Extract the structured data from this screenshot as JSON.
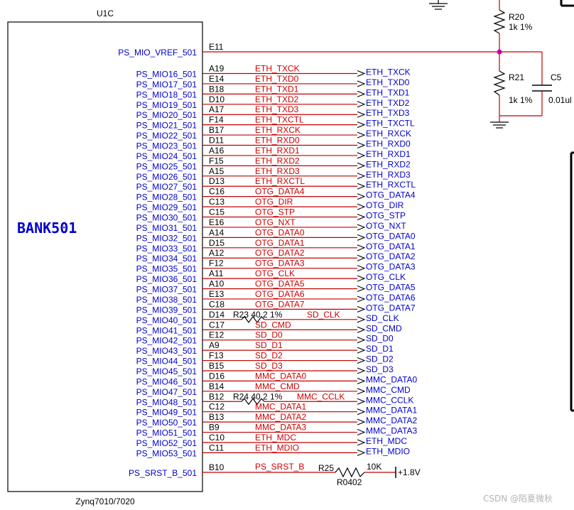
{
  "schematic": {
    "part_ref": "U1C",
    "bank_label": "BANK501",
    "part_value": "Zynq7010/7020",
    "vref_pin": {
      "name": "PS_MIO_VREF_501",
      "num": "E11"
    },
    "pins": [
      {
        "name": "PS_MIO16_501",
        "num": "A19",
        "net": "ETH_TXCK",
        "port": "ETH_TXCK"
      },
      {
        "name": "PS_MIO17_501",
        "num": "E14",
        "net": "ETH_TXD0",
        "port": "ETH_TXD0"
      },
      {
        "name": "PS_MIO18_501",
        "num": "B18",
        "net": "ETH_TXD1",
        "port": "ETH_TXD1"
      },
      {
        "name": "PS_MIO19_501",
        "num": "D10",
        "net": "ETH_TXD2",
        "port": "ETH_TXD2"
      },
      {
        "name": "PS_MIO20_501",
        "num": "A17",
        "net": "ETH_TXD3",
        "port": "ETH_TXD3"
      },
      {
        "name": "PS_MIO21_501",
        "num": "F14",
        "net": "ETH_TXCTL",
        "port": "ETH_TXCTL"
      },
      {
        "name": "PS_MIO22_501",
        "num": "B17",
        "net": "ETH_RXCK",
        "port": "ETH_RXCK"
      },
      {
        "name": "PS_MIO23_501",
        "num": "D11",
        "net": "ETH_RXD0",
        "port": "ETH_RXD0"
      },
      {
        "name": "PS_MIO24_501",
        "num": "A16",
        "net": "ETH_RXD1",
        "port": "ETH_RXD1"
      },
      {
        "name": "PS_MIO25_501",
        "num": "F15",
        "net": "ETH_RXD2",
        "port": "ETH_RXD2"
      },
      {
        "name": "PS_MIO26_501",
        "num": "A15",
        "net": "ETH_RXD3",
        "port": "ETH_RXD3"
      },
      {
        "name": "PS_MIO27_501",
        "num": "D13",
        "net": "ETH_RXCTL",
        "port": "ETH_RXCTL"
      },
      {
        "name": "PS_MIO28_501",
        "num": "C16",
        "net": "OTG_DATA4",
        "port": "OTG_DATA4"
      },
      {
        "name": "PS_MIO29_501",
        "num": "C13",
        "net": "OTG_DIR",
        "port": "OTG_DIR"
      },
      {
        "name": "PS_MIO30_501",
        "num": "C15",
        "net": "OTG_STP",
        "port": "OTG_STP"
      },
      {
        "name": "PS_MIO31_501",
        "num": "E16",
        "net": "OTG_NXT",
        "port": "OTG_NXT"
      },
      {
        "name": "PS_MIO32_501",
        "num": "A14",
        "net": "OTG_DATA0",
        "port": "OTG_DATA0"
      },
      {
        "name": "PS_MIO33_501",
        "num": "D15",
        "net": "OTG_DATA1",
        "port": "OTG_DATA1"
      },
      {
        "name": "PS_MIO34_501",
        "num": "A12",
        "net": "OTG_DATA2",
        "port": "OTG_DATA2"
      },
      {
        "name": "PS_MIO35_501",
        "num": "F12",
        "net": "OTG_DATA3",
        "port": "OTG_DATA3"
      },
      {
        "name": "PS_MIO36_501",
        "num": "A11",
        "net": "OTG_CLK",
        "port": "OTG_CLK"
      },
      {
        "name": "PS_MIO37_501",
        "num": "A10",
        "net": "OTG_DATA5",
        "port": "OTG_DATA5"
      },
      {
        "name": "PS_MIO38_501",
        "num": "E13",
        "net": "OTG_DATA6",
        "port": "OTG_DATA6"
      },
      {
        "name": "PS_MIO39_501",
        "num": "C18",
        "net": "OTG_DATA7",
        "port": "OTG_DATA7"
      },
      {
        "name": "PS_MIO40_501",
        "num": "D14",
        "net": "",
        "port": "SD_CLK",
        "series": {
          "ref": "R23 40.2 1%",
          "net": "SD_CLK"
        }
      },
      {
        "name": "PS_MIO41_501",
        "num": "C17",
        "net": "SD_CMD",
        "port": "SD_CMD"
      },
      {
        "name": "PS_MIO42_501",
        "num": "E12",
        "net": "SD_D0",
        "port": "SD_D0"
      },
      {
        "name": "PS_MIO43_501",
        "num": "A9",
        "net": "SD_D1",
        "port": "SD_D1"
      },
      {
        "name": "PS_MIO44_501",
        "num": "F13",
        "net": "SD_D2",
        "port": "SD_D2"
      },
      {
        "name": "PS_MIO45_501",
        "num": "B15",
        "net": "SD_D3",
        "port": "SD_D3"
      },
      {
        "name": "PS_MIO46_501",
        "num": "D16",
        "net": "MMC_DATA0",
        "port": "MMC_DATA0"
      },
      {
        "name": "PS_MIO47_501",
        "num": "B14",
        "net": "MMC_CMD",
        "port": "MMC_CMD"
      },
      {
        "name": "PS_MIO48_501",
        "num": "B12",
        "net": "",
        "port": "MMC_CCLK",
        "series": {
          "ref": "R24 40.2 1%",
          "net": "MMC_CCLK"
        }
      },
      {
        "name": "PS_MIO49_501",
        "num": "C12",
        "net": "MMC_DATA1",
        "port": "MMC_DATA1"
      },
      {
        "name": "PS_MIO50_501",
        "num": "B13",
        "net": "MMC_DATA2",
        "port": "MMC_DATA2"
      },
      {
        "name": "PS_MIO51_501",
        "num": "B9",
        "net": "MMC_DATA3",
        "port": "MMC_DATA3"
      },
      {
        "name": "PS_MIO52_501",
        "num": "C10",
        "net": "ETH_MDC",
        "port": "ETH_MDC"
      },
      {
        "name": "PS_MIO53_501",
        "num": "C11",
        "net": "ETH_MDIO",
        "port": "ETH_MDIO"
      }
    ],
    "srst": {
      "name": "PS_SRST_B_501",
      "num": "B10",
      "net": "PS_SRST_B"
    },
    "r25": {
      "ref": "R25",
      "value": "10K",
      "footprint": "R0402",
      "rail": "+1.8V"
    },
    "r20": {
      "ref": "R20",
      "value": "1k 1%"
    },
    "r21": {
      "ref": "R21",
      "value": "1k 1%"
    },
    "c5": {
      "ref": "C5",
      "value": "0.01ul"
    },
    "watermark": "CSDN @陌夏微秋"
  },
  "colors": {
    "wire": "#c00000",
    "pin_text": "#0000cc",
    "net_text": "#cc0000",
    "outline": "#000000",
    "junction": "#cc00cc"
  }
}
